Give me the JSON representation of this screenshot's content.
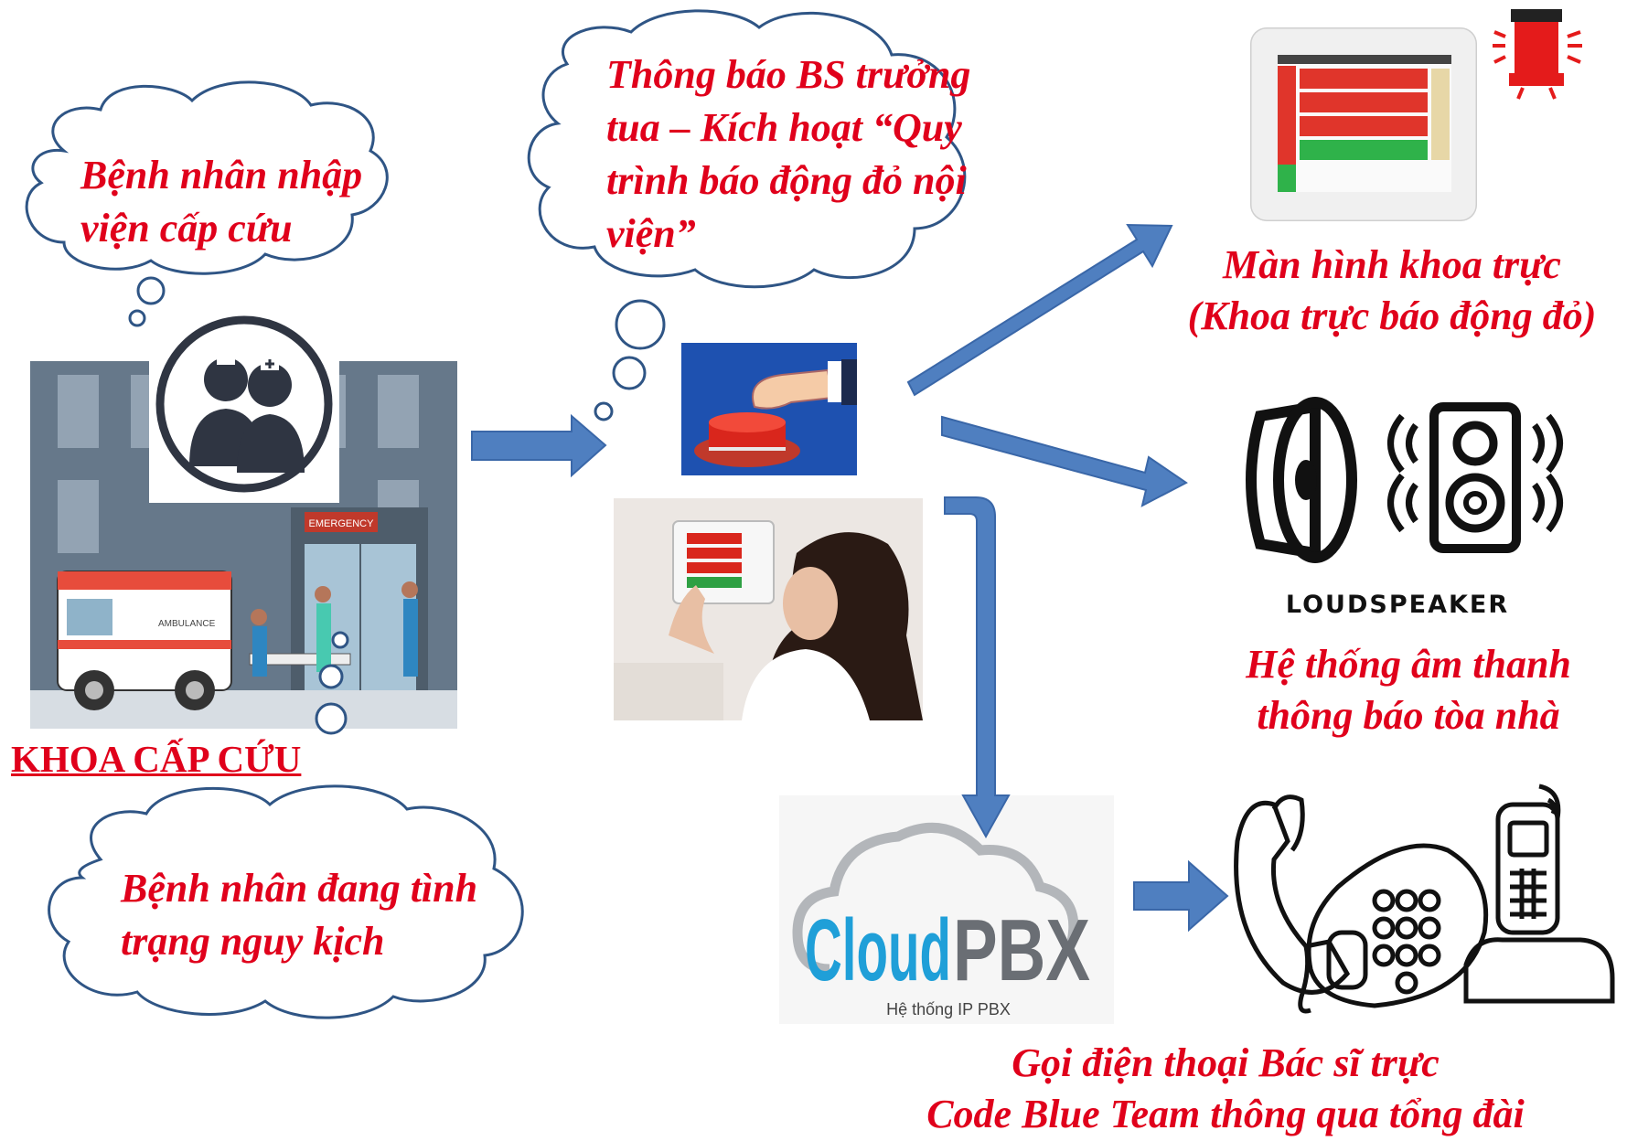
{
  "clouds": {
    "admission": {
      "text_line1": "Bệnh nhân nhập",
      "text_line2": "viện cấp cứu"
    },
    "notify": {
      "text_line1": "Thông báo BS trưởng",
      "text_line2": "tua – Kích hoạt “Quy",
      "text_line3": "trình báo động đỏ nội",
      "text_line4": "viện”"
    },
    "critical": {
      "text_line1": "Bệnh nhân đang tình",
      "text_line2": "trạng nguy kịch"
    }
  },
  "department": {
    "label": "KHOA CẤP CỨU",
    "building_sign": "EMERGENCY",
    "ambulance_text": "AMBULANCE"
  },
  "outputs": {
    "screen": {
      "line1": "Màn hình khoa trực",
      "line2": "(Khoa trực báo động đỏ)"
    },
    "speaker": {
      "logo": "LOUDSPEAKER",
      "line1": "Hệ thống âm thanh",
      "line2": "thông báo tòa nhà"
    },
    "pbx": {
      "logo_part1": "Cloud",
      "logo_part2": "PBX",
      "subtitle": "Hệ thống IP PBX"
    },
    "phone": {
      "line1": "Gọi điện thoại Bác sĩ trực",
      "line2": "Code Blue Team thông qua tổng đài"
    }
  },
  "colors": {
    "caption_red": "#e0001b",
    "arrow_blue": "#4f7fc0",
    "cloud_stroke": "#2f5585",
    "building": "#5e6f80"
  },
  "icons": [
    "nurse-doctor-icon",
    "red-button-icon",
    "alarm-light-icon",
    "speaker-icon",
    "telephone-icon",
    "cloud-icon"
  ]
}
